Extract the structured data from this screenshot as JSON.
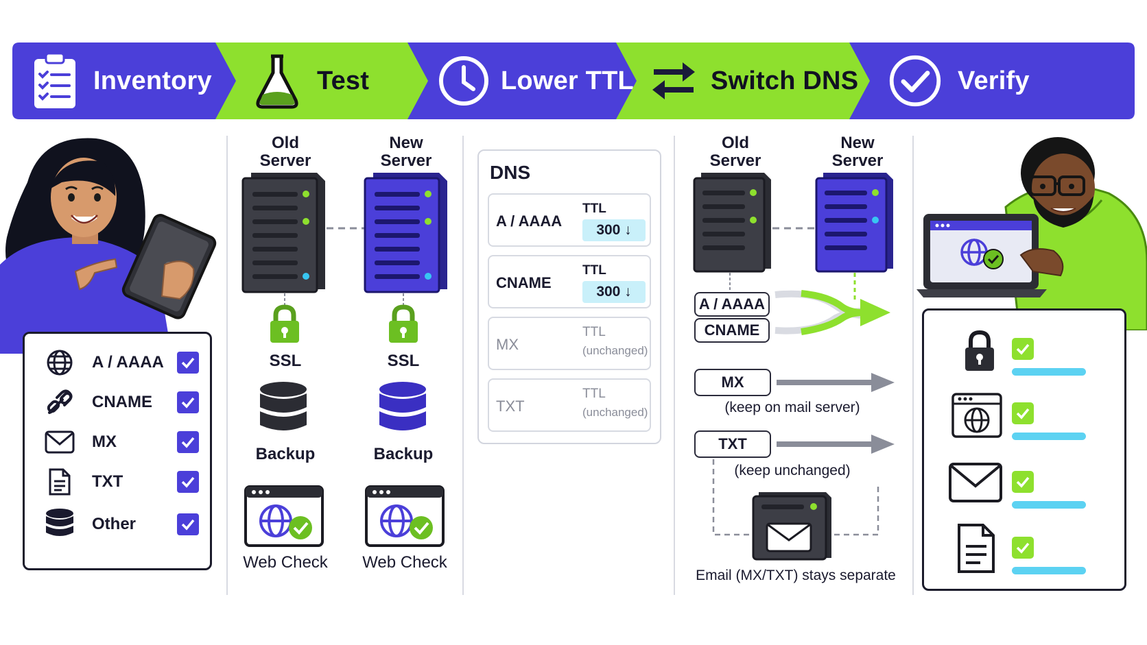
{
  "steps": [
    {
      "label": "Inventory",
      "icon": "clipboard-checklist-icon",
      "color": "#4b3fd9"
    },
    {
      "label": "Test",
      "icon": "flask-icon",
      "color": "#8ee02e"
    },
    {
      "label": "Lower TTL",
      "icon": "clock-icon",
      "color": "#4b3fd9"
    },
    {
      "label": "Switch DNS",
      "icon": "swap-arrows-icon",
      "color": "#8ee02e"
    },
    {
      "label": "Verify",
      "icon": "check-circle-icon",
      "color": "#4b3fd9"
    }
  ],
  "inventory": {
    "items": [
      {
        "label": "A / AAAA",
        "icon": "globe-icon",
        "checked": true
      },
      {
        "label": "CNAME",
        "icon": "link-icon",
        "checked": true
      },
      {
        "label": "MX",
        "icon": "envelope-icon",
        "checked": true
      },
      {
        "label": "TXT",
        "icon": "document-icon",
        "checked": true
      },
      {
        "label": "Other",
        "icon": "database-icon",
        "checked": true
      }
    ]
  },
  "test": {
    "old_server": "Old\nServer",
    "new_server": "New\nServer",
    "ssl": "SSL",
    "backup": "Backup",
    "web_check": "Web Check"
  },
  "lower_ttl": {
    "title": "DNS",
    "records": [
      {
        "name": "A / AAAA",
        "ttl_label": "TTL",
        "value": "300 ↓",
        "changed": true
      },
      {
        "name": "CNAME",
        "ttl_label": "TTL",
        "value": "300 ↓",
        "changed": true
      },
      {
        "name": "MX",
        "ttl_label": "TTL",
        "value": "(unchanged)",
        "changed": false
      },
      {
        "name": "TXT",
        "ttl_label": "TTL",
        "value": "(unchanged)",
        "changed": false
      }
    ]
  },
  "switch_dns": {
    "old_server": "Old\nServer",
    "new_server": "New\nServer",
    "moved_records": [
      "A / AAAA",
      "CNAME"
    ],
    "mx_label": "MX",
    "mx_note": "(keep on mail server)",
    "txt_label": "TXT",
    "txt_note": "(keep unchanged)",
    "email_caption": "Email (MX/TXT) stays separate"
  },
  "verify": {
    "checks": [
      {
        "icon": "lock-icon",
        "status": "ok"
      },
      {
        "icon": "browser-globe-icon",
        "status": "ok"
      },
      {
        "icon": "envelope-icon",
        "status": "ok"
      },
      {
        "icon": "document-icon",
        "status": "ok"
      }
    ]
  },
  "colors": {
    "brand_blue": "#4b3fd9",
    "brand_green": "#8ee02e",
    "server_dark": "#3a3b42",
    "accent_cyan": "#5cd2f2"
  }
}
